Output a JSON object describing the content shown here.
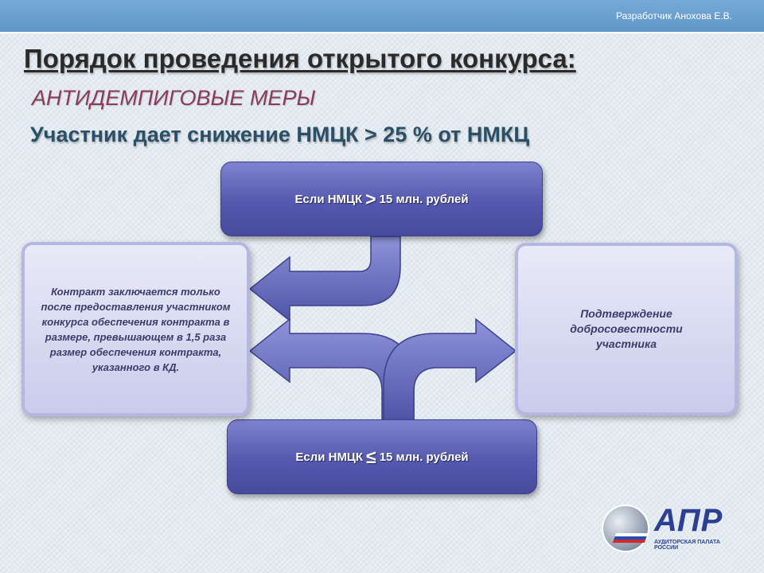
{
  "header": {
    "author": "Разработчик Анохова Е.В."
  },
  "title": "Порядок проведения открытого конкурса:",
  "subtitle": "АНТИДЕМПИГОВЫЕ МЕРЫ",
  "condition": "Участник дает снижение НМЦК  > 25 % от НМКЦ",
  "flow": {
    "top_box": {
      "prefix": "Если НМЦК",
      "symbol": ">",
      "suffix": "15 млн. рублей"
    },
    "bottom_box": {
      "prefix": "Если НМЦК",
      "symbol": "≤",
      "suffix": "15 млн. рублей"
    },
    "left_box": "Контракт заключается только после предоставления участником конкурса обеспечения контракта в размере, превышающем в 1,5 раза размер обеспечения контракта, указанного в КД.",
    "right_box": "Подтверждение добросовестности участника"
  },
  "logo": {
    "text": "АПР",
    "caption": "АУДИТОРСКАЯ ПАЛАТА РОССИИ",
    "icon": "globe-flag-icon"
  },
  "colors": {
    "box_dark": "#5459ae",
    "box_light": "#d6d8f0",
    "subtitle": "#8a3b56",
    "condition": "#2a4f66"
  }
}
